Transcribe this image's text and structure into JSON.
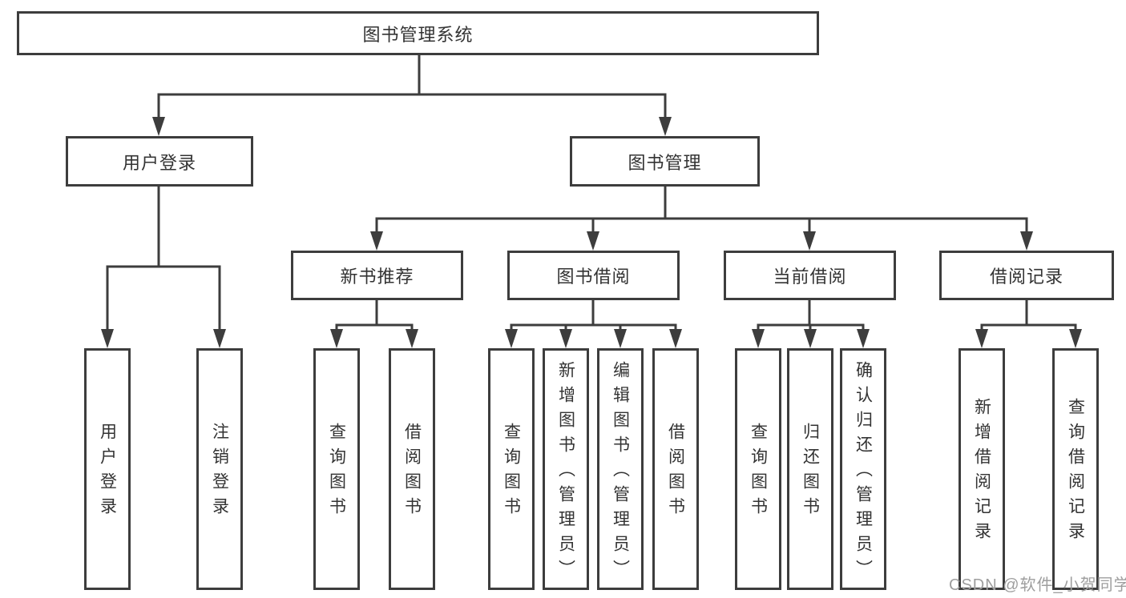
{
  "colors": {
    "line": "#3d3d3d",
    "box_border": "#3d3d3d",
    "text": "#333333",
    "watermark_text": "#9e9e9e",
    "background": "#ffffff"
  },
  "tree": {
    "root": {
      "label": "图书管理系统"
    },
    "branches": [
      {
        "label": "用户登录",
        "children": [
          {
            "label": "用户登录"
          },
          {
            "label": "注销登录"
          }
        ]
      },
      {
        "label": "图书管理",
        "children": [
          {
            "label": "新书推荐",
            "children": [
              {
                "label": "查询图书"
              },
              {
                "label": "借阅图书"
              }
            ]
          },
          {
            "label": "图书借阅",
            "children": [
              {
                "label": "查询图书"
              },
              {
                "label": "新增图书（管理员）"
              },
              {
                "label": "编辑图书（管理员）"
              },
              {
                "label": "借阅图书"
              }
            ]
          },
          {
            "label": "当前借阅",
            "children": [
              {
                "label": "查询图书"
              },
              {
                "label": "归还图书"
              },
              {
                "label": "确认归还（管理员）"
              }
            ]
          },
          {
            "label": "借阅记录",
            "children": [
              {
                "label": "新增借阅记录"
              },
              {
                "label": "查询借阅记录"
              }
            ]
          }
        ]
      }
    ]
  },
  "watermark": "CSDN @软件_小贺同学"
}
